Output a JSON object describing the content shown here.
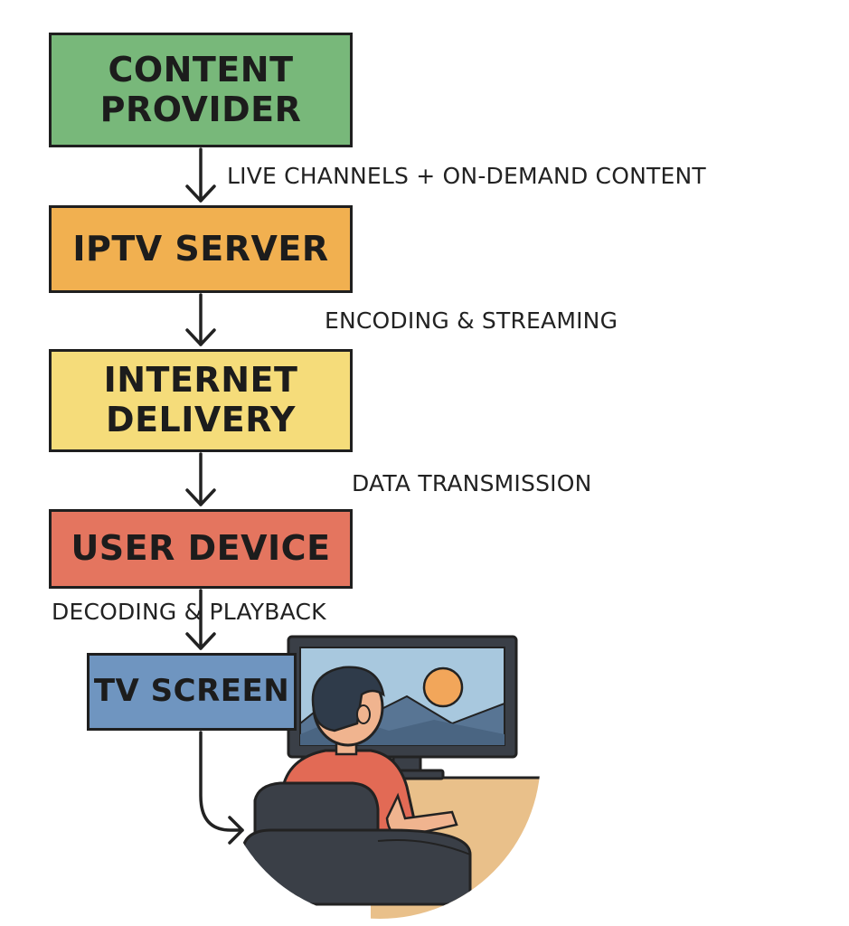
{
  "diagram": {
    "boxes": {
      "content_provider": "CONTENT\nPROVIDER",
      "iptv_server": "IPTV SERVER",
      "internet_delivery": "INTERNET\nDELIVERY",
      "user_device": "USER DEVICE",
      "tv_screen": "TV SCREEN"
    },
    "labels": {
      "live_channels": "LIVE CHANNELS + ON-DEMAND CONTENT",
      "encoding": "ENCODING & STREAMING",
      "data_transmission": "DATA TRANSMISSION",
      "decoding": "DECODING & PLAYBACK"
    },
    "colors": {
      "content_provider": "#78b87a",
      "iptv_server": "#f1b050",
      "internet_delivery": "#f5dc7a",
      "user_device": "#e4755f",
      "tv_screen": "#6f95c0"
    }
  }
}
